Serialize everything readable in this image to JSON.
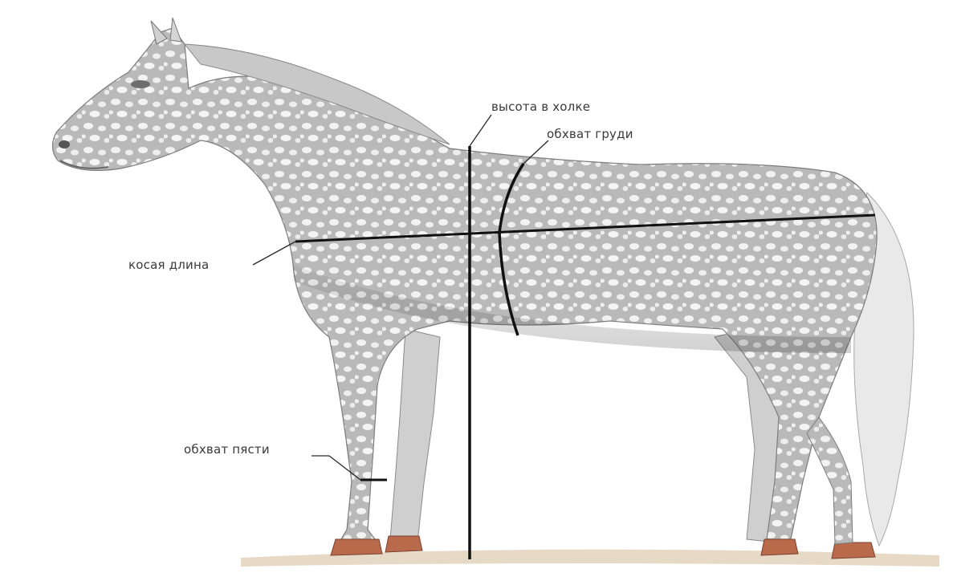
{
  "labels": {
    "height_at_withers": "высота в холке",
    "chest_girth": "обхват груди",
    "oblique_length": "косая длина",
    "cannon_girth": "обхват пясти"
  },
  "colors": {
    "background": "#ffffff",
    "horse_body": "#d9d9d9",
    "dapple_spots": "#f4f4f4",
    "dapple_shade": "#9a9a9a",
    "measure_lines": "#111111",
    "ground": "#e6d9c6",
    "hooves": "#b86a4a"
  }
}
